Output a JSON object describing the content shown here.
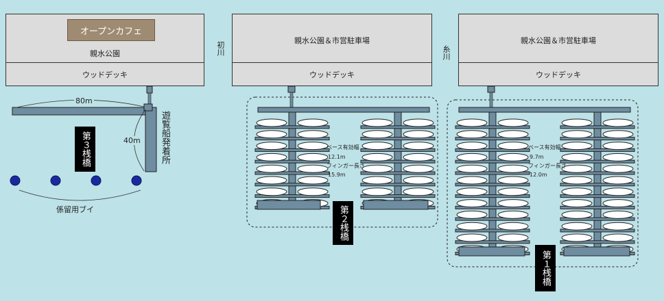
{
  "left_area": {
    "open_cafe": "オープンカフェ",
    "park": "親水公園",
    "wood_deck": "ウッドデッキ",
    "dim_80m": "80m",
    "dim_40m": "40m",
    "sightseeing_landing": "遊覧船発着所",
    "pier3_label": "第３桟橋",
    "mooring_buoys": "係留用ブイ"
  },
  "river_a": "初川",
  "river_b": "糸川",
  "middle_area": {
    "park": "親水公園＆市営駐車場",
    "wood_deck": "ウッドデッキ",
    "base_width_label": "ベース有効幅",
    "base_width_value": "12.1m",
    "finger_length_label": "フィンガー長さ",
    "finger_length_value": "15.9m",
    "pier_label": "第２桟橋"
  },
  "right_area": {
    "park": "親水公園＆市営駐車場",
    "wood_deck": "ウッドデッキ",
    "base_width_label": "ベース有効幅",
    "base_width_value": "9.7m",
    "finger_length_label": "フィンガー長さ",
    "finger_length_value": "12.0m",
    "pier_label": "第１桟橋"
  },
  "colors": {
    "water": "#bde2e8",
    "park": "#dcdcdc",
    "pier": "#6e8da0",
    "buoy": "#1a2a9e",
    "cafe": "#9e8b72"
  }
}
